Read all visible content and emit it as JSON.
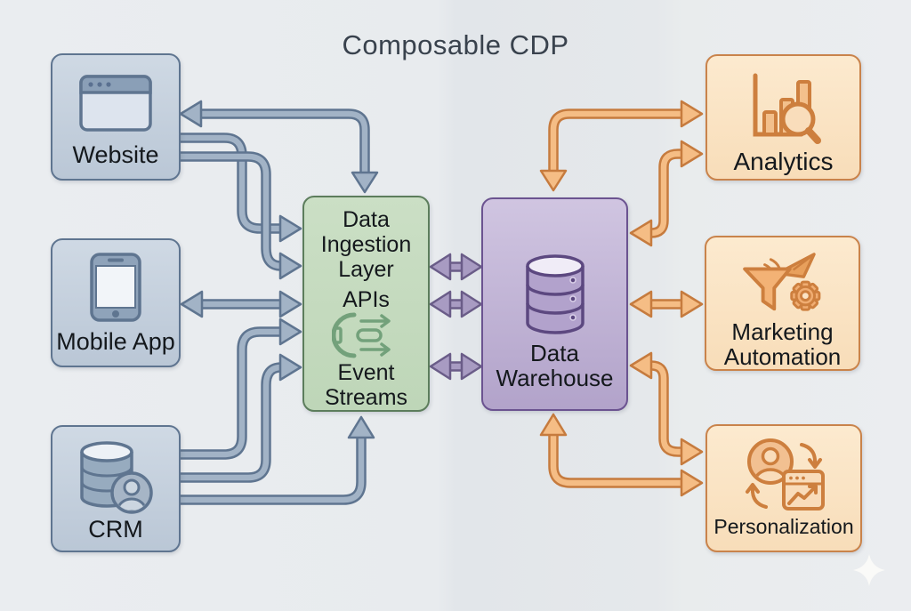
{
  "title": "Composable CDP",
  "nodes": {
    "website": {
      "label": "Website",
      "icon": "browser-window-icon"
    },
    "mobile_app": {
      "label": "Mobile App",
      "icon": "smartphone-icon"
    },
    "crm": {
      "label": "CRM",
      "icon": "database-user-icon"
    },
    "ingestion": {
      "title_lines": [
        "Data",
        "Ingestion",
        "Layer"
      ],
      "api_label": "APIs",
      "stream_lines": [
        "Event",
        "Streams"
      ],
      "icon": "event-stream-plug-icon"
    },
    "warehouse": {
      "label_lines": [
        "Data",
        "Warehouse"
      ],
      "icon": "database-cylinder-icon"
    },
    "analytics": {
      "label": "Analytics",
      "icon": "bar-chart-magnifier-icon"
    },
    "marketing": {
      "label_lines": [
        "Marketing",
        "Automation"
      ],
      "icon": "funnel-plane-gear-icon"
    },
    "personalization": {
      "label": "Personalization",
      "icon": "user-refresh-chart-icon"
    }
  },
  "connections": [
    {
      "from": "Data Ingestion Layer",
      "to": "Website",
      "shape": "elbow",
      "heads": "both"
    },
    {
      "from": "Website",
      "to": "Data Ingestion Layer",
      "shape": "s-curve",
      "heads": "end"
    },
    {
      "from": "Website",
      "to": "Data Ingestion Layer",
      "shape": "s-curve",
      "heads": "end"
    },
    {
      "from": "Mobile App",
      "to": "Data Ingestion Layer",
      "shape": "straight",
      "heads": "both"
    },
    {
      "from": "CRM",
      "to": "Data Ingestion Layer",
      "shape": "s-curve",
      "heads": "end"
    },
    {
      "from": "CRM",
      "to": "Data Ingestion Layer",
      "shape": "s-curve",
      "heads": "end"
    },
    {
      "from": "CRM",
      "to": "Data Ingestion Layer",
      "shape": "elbow-to-bottom",
      "heads": "end"
    },
    {
      "from": "Data Ingestion Layer",
      "to": "Data Warehouse",
      "shape": "straight",
      "heads": "both"
    },
    {
      "from": "Data Ingestion Layer",
      "to": "Data Warehouse",
      "shape": "straight",
      "heads": "both"
    },
    {
      "from": "Data Ingestion Layer",
      "to": "Data Warehouse",
      "shape": "straight",
      "heads": "both"
    },
    {
      "from": "Data Warehouse",
      "to": "Analytics",
      "shape": "elbow",
      "heads": "both"
    },
    {
      "from": "Data Warehouse",
      "to": "Analytics",
      "shape": "s-curve",
      "heads": "both"
    },
    {
      "from": "Data Warehouse",
      "to": "Marketing Automation",
      "shape": "straight",
      "heads": "both"
    },
    {
      "from": "Data Warehouse",
      "to": "Personalization",
      "shape": "s-curve",
      "heads": "both"
    },
    {
      "from": "Data Warehouse",
      "to": "Personalization",
      "shape": "elbow",
      "heads": "both"
    }
  ],
  "colors": {
    "background": "#e8ebee",
    "title_text": "#39424d",
    "source_box_fill": "#c5d1de",
    "source_box_border": "#5f7590",
    "ingestion_fill": "#c5dabf",
    "ingestion_border": "#5c7d5c",
    "warehouse_fill": "#c1b2d6",
    "warehouse_border": "#6b5390",
    "destination_fill": "#fae3c3",
    "destination_border": "#c9834b",
    "blue_arrow": "#a2b3c6",
    "purple_arrow": "#a89bc2",
    "orange_arrow": "#f5bd85",
    "label_text": "#14181c"
  }
}
